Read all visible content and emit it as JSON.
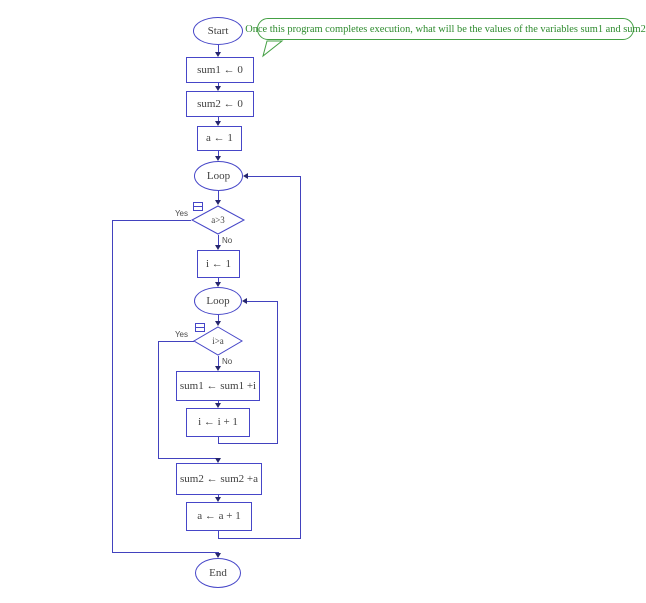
{
  "callout": {
    "text": "Once this program completes execution, what will be the values of the variables sum1 and sum2"
  },
  "nodes": {
    "start": "Start",
    "init_sum1": "sum1 ← 0",
    "init_sum2": "sum2 ← 0",
    "init_a": "a ← 1",
    "outer_loop": "Loop",
    "outer_cond": "a>3",
    "init_i": "i ← 1",
    "inner_loop": "Loop",
    "inner_cond": "i>a",
    "acc_sum1": "sum1 ← sum1 +i",
    "inc_i": "i ← i + 1",
    "acc_sum2": "sum2 ← sum2 +a",
    "inc_a": "a ← a + 1",
    "end": "End"
  },
  "branch_labels": {
    "outer_yes": "Yes",
    "outer_no": "No",
    "inner_yes": "Yes",
    "inner_no": "No"
  },
  "colors": {
    "shape_stroke": "#4646c8",
    "connector": "#4242be",
    "arrowhead": "#26266e",
    "node_text": "#3f3f3f",
    "callout_border": "#44a044",
    "callout_text": "#2e8b2e"
  }
}
